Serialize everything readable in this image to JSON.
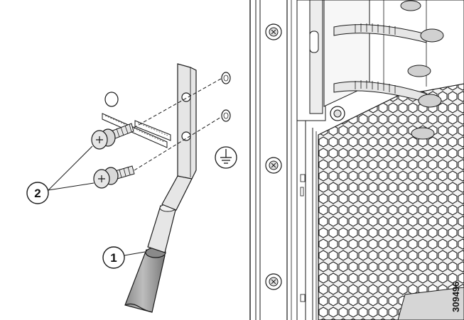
{
  "figure": {
    "id": "309496",
    "callouts": [
      {
        "label": "1",
        "target": "ground-lug-cable"
      },
      {
        "label": "2",
        "target": "ground-screws"
      }
    ]
  },
  "icons": [
    "ground-symbol-icon"
  ],
  "colors": {
    "line": "#1a1a1a",
    "fill_light": "#e6e6e6",
    "fill_mid": "#bdbdbd",
    "fill_dark": "#8a8a8a",
    "background": "#ffffff"
  }
}
